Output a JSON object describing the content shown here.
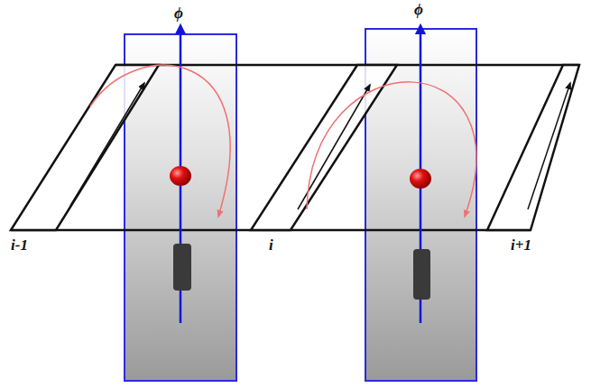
{
  "diagram": {
    "labels": [
      "ϕ",
      "ϕ",
      "i-1",
      "i",
      "i+1"
    ]
  }
}
